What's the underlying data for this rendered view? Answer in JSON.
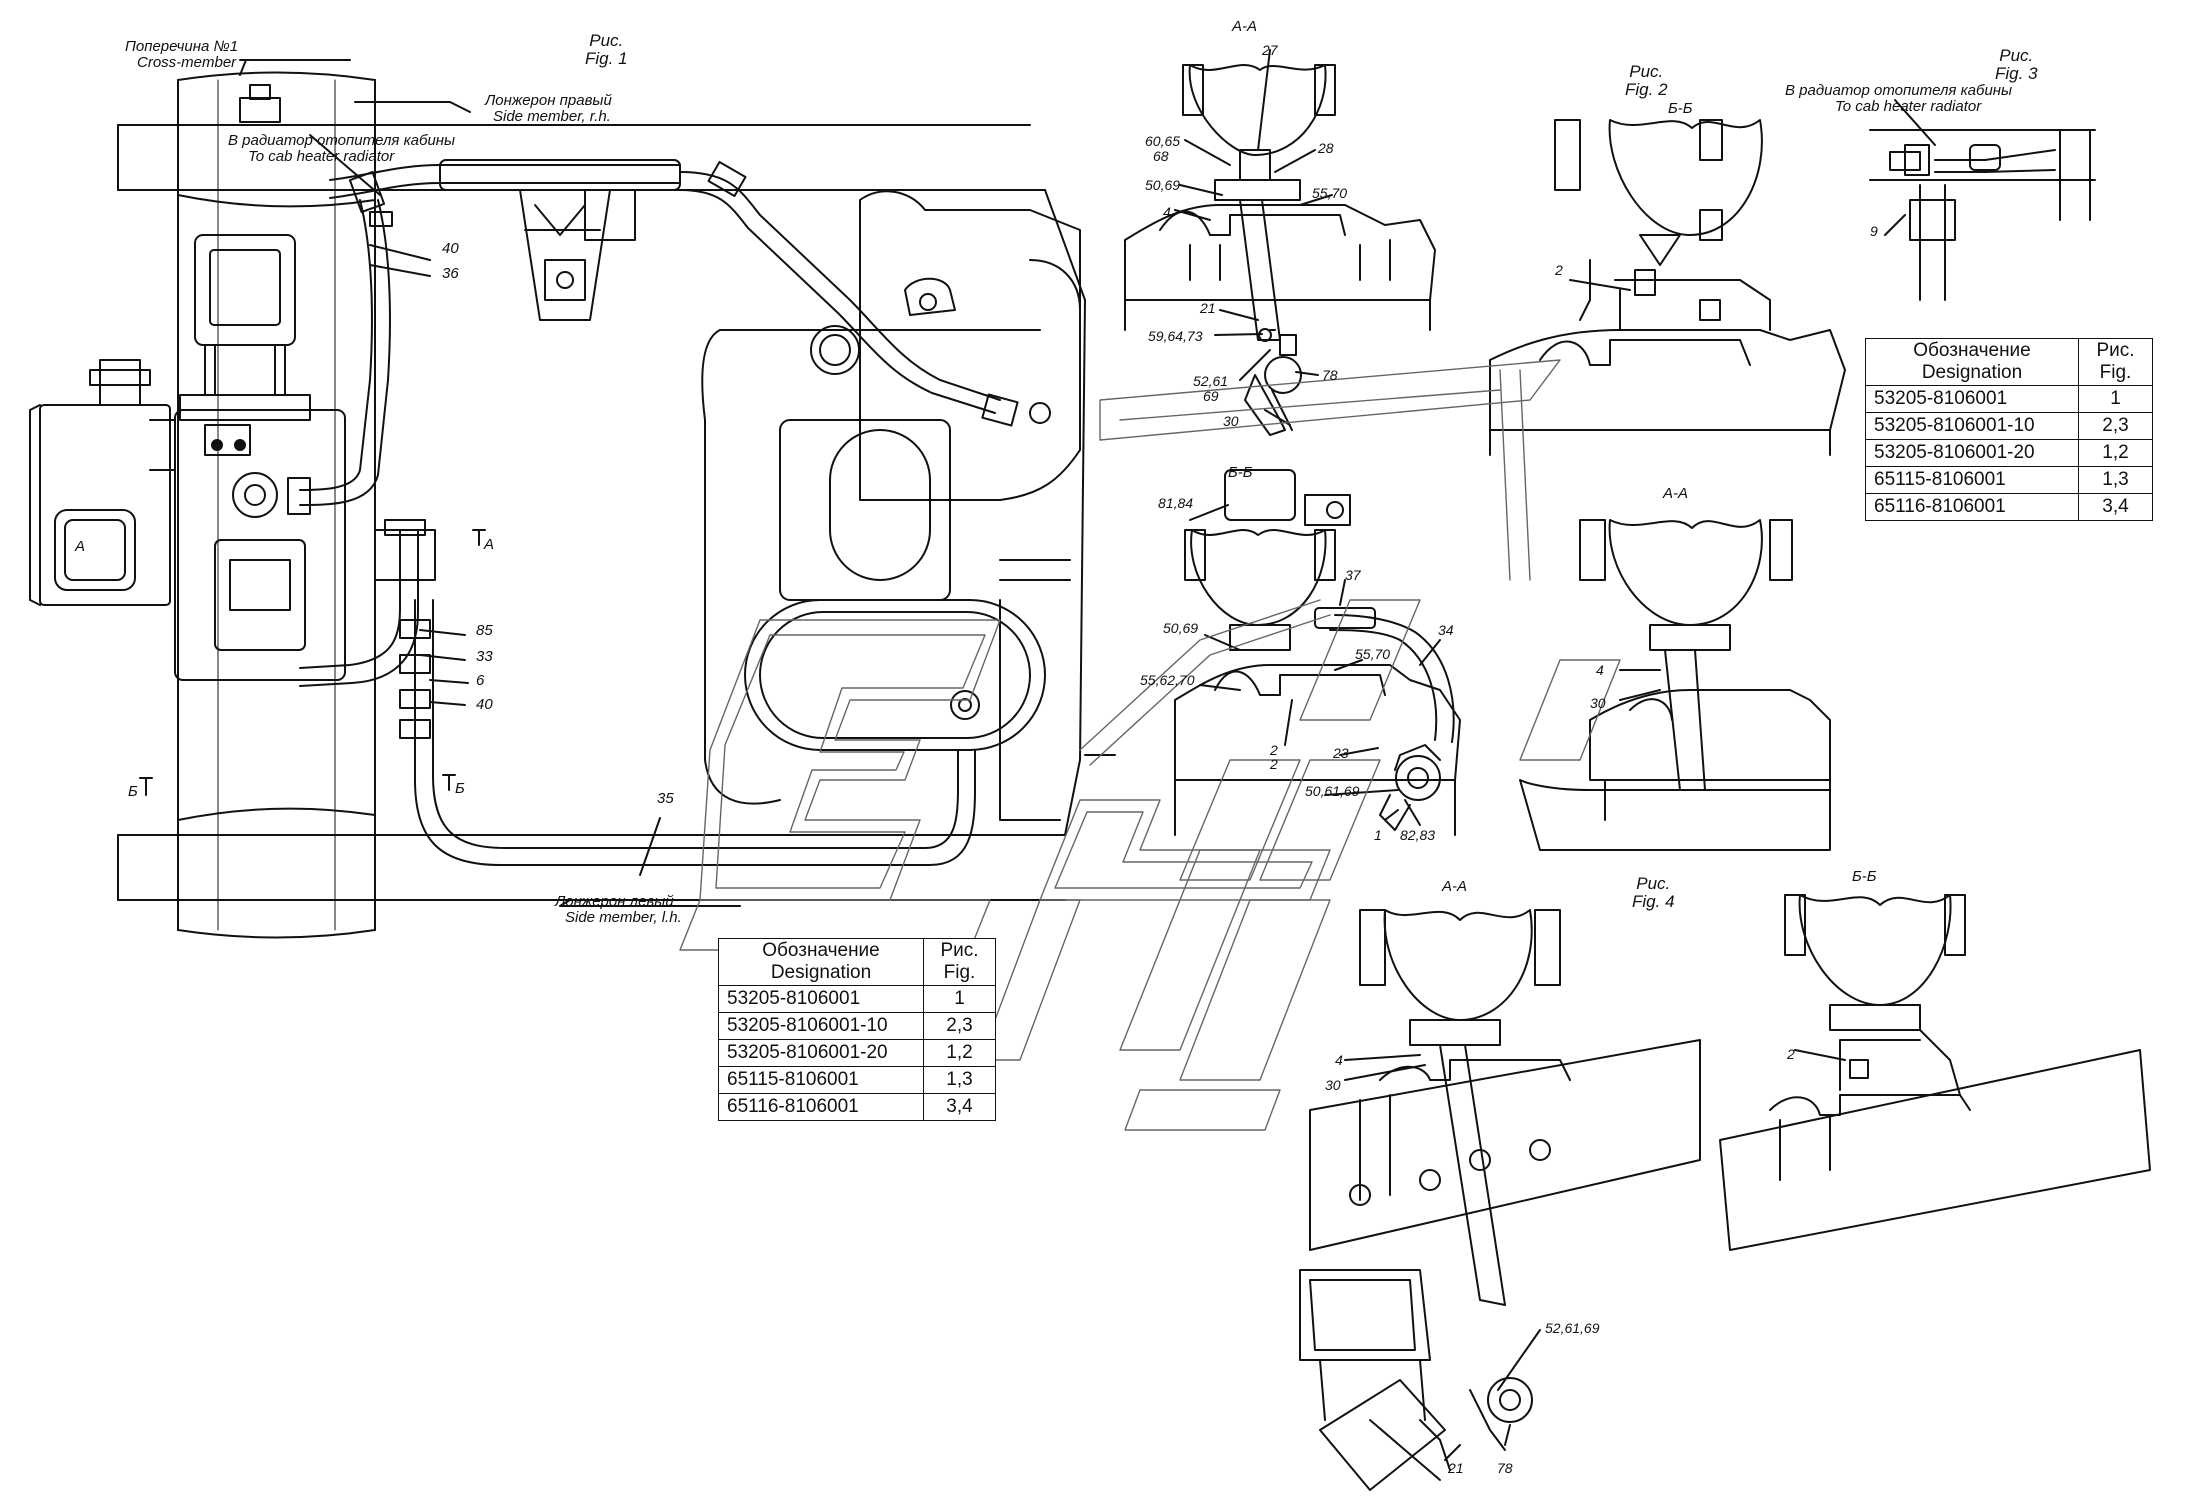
{
  "figures": {
    "fig1": {
      "ru": "Рис.",
      "en": "Fig.",
      "num": "1"
    },
    "fig2": {
      "ru": "Рис.",
      "en": "Fig.",
      "num": "2"
    },
    "fig3": {
      "ru": "Рис.",
      "en": "Fig.",
      "num": "3"
    },
    "fig4": {
      "ru": "Рис.",
      "en": "Fig.",
      "num": "4"
    }
  },
  "annotations": {
    "crossmember_ru": "Поперечина №1",
    "crossmember_en": "Cross-member",
    "side_rh_ru": "Лонжерон правый",
    "side_rh_en": "Side member, r.h.",
    "radiator_ru": "В радиатор отопителя кабины",
    "radiator_en": "To cab heater radiator",
    "radiator3_ru": "В радиатор отопителя кабины",
    "radiator3_en": "To cab heater radiator",
    "side_lh_ru": "Лонжерон левый",
    "side_lh_en": "Side member, l.h."
  },
  "sections": {
    "aa1": "А-А",
    "bb1": "Б-Б",
    "bb2": "Б-Б",
    "aa3": "А-А",
    "aa4": "А-А",
    "bb4": "Б-Б",
    "markA": "А",
    "markA2": "А",
    "markB": "Б",
    "markB2": "Б"
  },
  "callouts": {
    "fig1": [
      "40",
      "36",
      "85",
      "33",
      "6",
      "40",
      "35"
    ],
    "aa1": [
      "27",
      "60,65",
      "68",
      "28",
      "50,69",
      "55,70",
      "4",
      "21",
      "59,64,73",
      "52,61",
      "69",
      "78",
      "30"
    ],
    "bb1": [
      "81,84",
      "37",
      "34",
      "50,69",
      "55,70",
      "55,62,70",
      "2",
      "2",
      "23",
      "50,61,69",
      "1",
      "82,83"
    ],
    "fig2": [
      "2"
    ],
    "fig3": [
      "9"
    ],
    "fig_aa3": [
      "4",
      "30"
    ],
    "fig4": [
      "4",
      "30",
      "52,61,69",
      "21",
      "78",
      "2"
    ]
  },
  "table_main": {
    "header": {
      "designation_ru": "Обозначение",
      "designation_en": "Designation",
      "fig_ru": "Рис.",
      "fig_en": "Fig."
    },
    "rows": [
      {
        "designation": "53205-8106001",
        "fig": "1"
      },
      {
        "designation": "53205-8106001-10",
        "fig": "2,3"
      },
      {
        "designation": "53205-8106001-20",
        "fig": "1,2"
      },
      {
        "designation": "65115-8106001",
        "fig": "1,3"
      },
      {
        "designation": "65116-8106001",
        "fig": "3,4"
      }
    ]
  },
  "table_right": {
    "header": {
      "designation_ru": "Обозначение",
      "designation_en": "Designation",
      "fig_ru": "Рис.",
      "fig_en": "Fig."
    },
    "rows": [
      {
        "designation": "53205-8106001",
        "fig": "1"
      },
      {
        "designation": "53205-8106001-10",
        "fig": "2,3"
      },
      {
        "designation": "53205-8106001-20",
        "fig": "1,2"
      },
      {
        "designation": "65115-8106001",
        "fig": "1,3"
      },
      {
        "designation": "65116-8106001",
        "fig": "3,4"
      }
    ]
  },
  "colors": {
    "ink": "#111111",
    "paper": "#ffffff",
    "watermark": "#666666"
  }
}
